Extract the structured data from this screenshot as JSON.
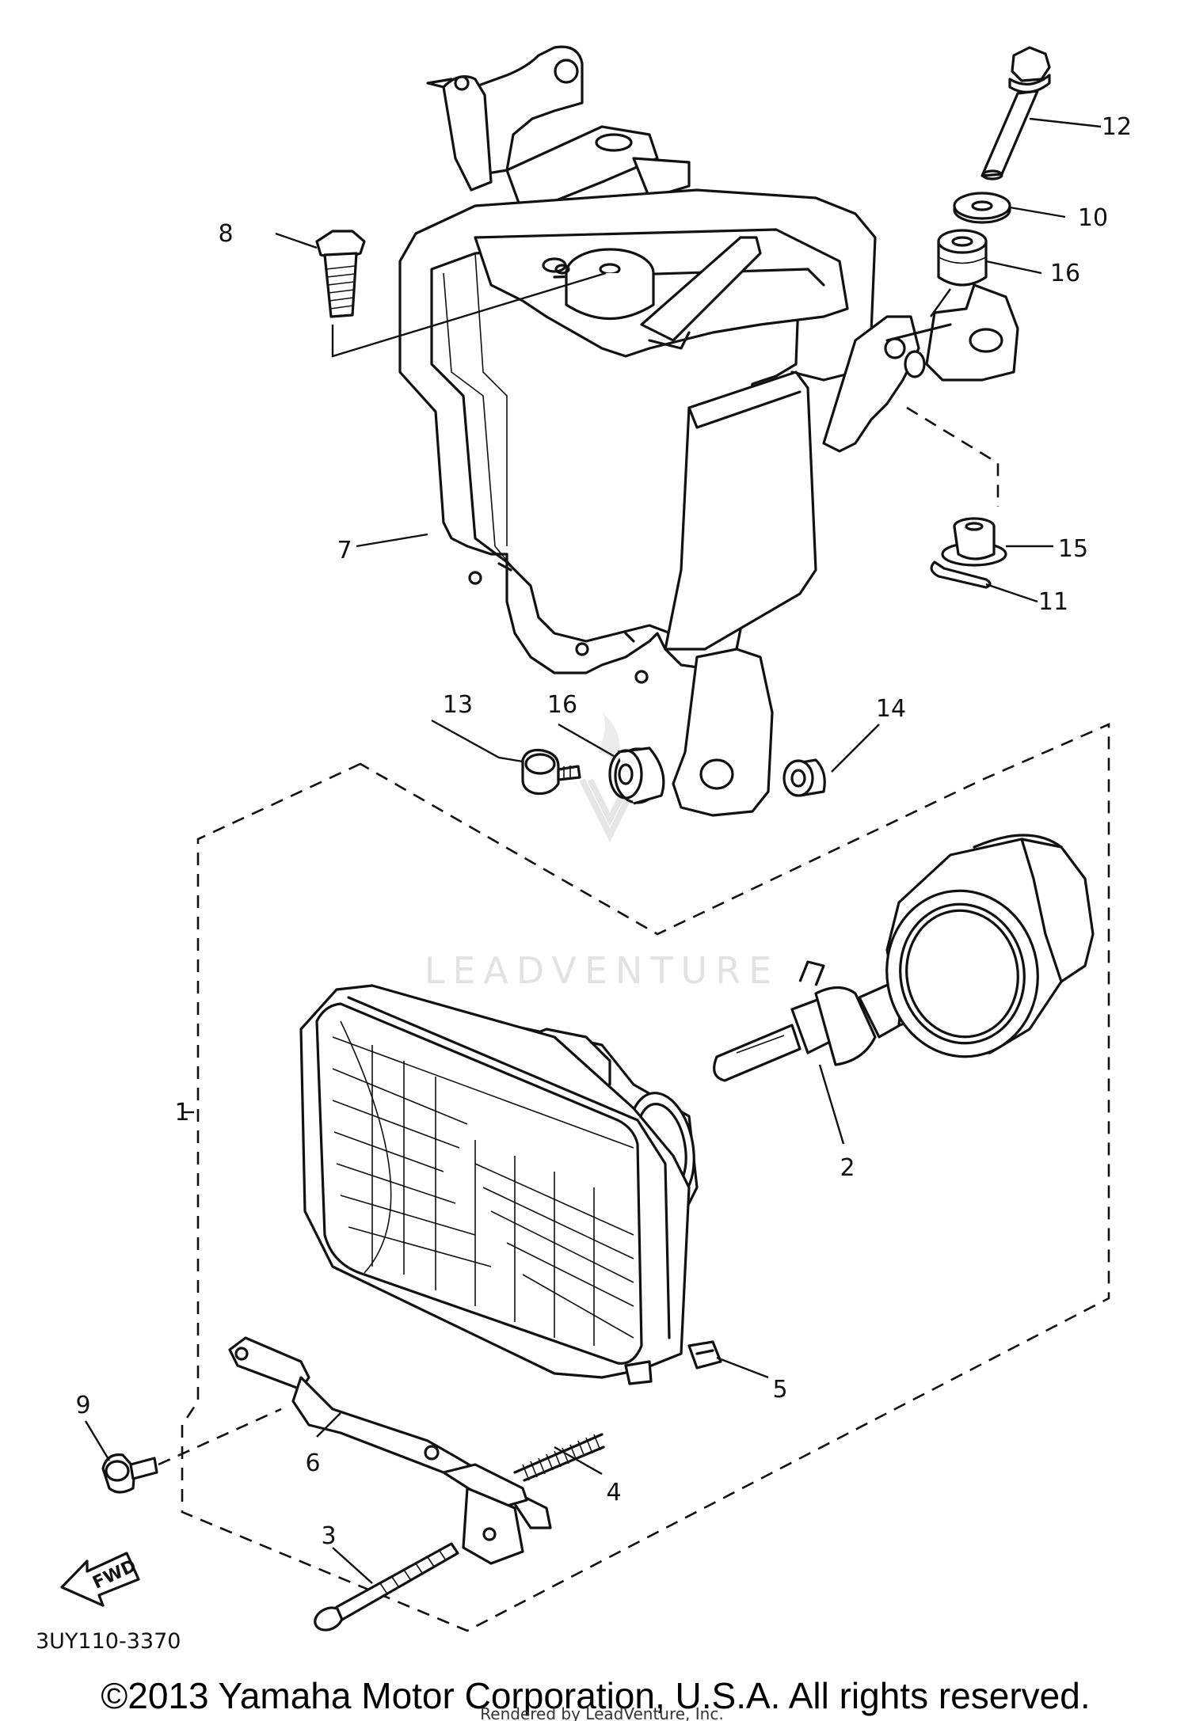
{
  "diagram": {
    "callouts": [
      {
        "id": "1",
        "label": "1"
      },
      {
        "id": "2",
        "label": "2"
      },
      {
        "id": "3",
        "label": "3"
      },
      {
        "id": "4",
        "label": "4"
      },
      {
        "id": "5",
        "label": "5"
      },
      {
        "id": "6",
        "label": "6"
      },
      {
        "id": "7",
        "label": "7"
      },
      {
        "id": "8",
        "label": "8"
      },
      {
        "id": "9",
        "label": "9"
      },
      {
        "id": "10",
        "label": "10"
      },
      {
        "id": "11",
        "label": "11"
      },
      {
        "id": "12",
        "label": "12"
      },
      {
        "id": "13",
        "label": "13"
      },
      {
        "id": "14",
        "label": "14"
      },
      {
        "id": "15",
        "label": "15"
      },
      {
        "id": "16a",
        "label": "16"
      },
      {
        "id": "16b",
        "label": "16"
      }
    ],
    "fwd_label": "FWD",
    "diagram_code": "3UY110-3370",
    "watermark": "LEADVENTURE",
    "copyright": "©2013 Yamaha Motor Corporation, U.S.A. All rights reserved.",
    "rendered_by": "Rendered by LeadVenture, Inc."
  }
}
